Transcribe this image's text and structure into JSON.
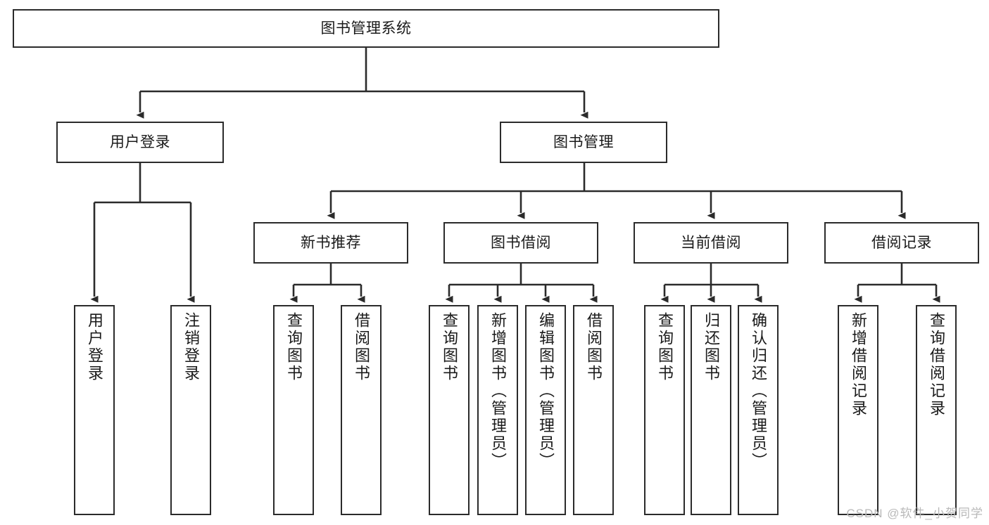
{
  "diagram": {
    "type": "tree-hierarchy",
    "title": "图书管理系统",
    "stroke_color": "#2b2b2b",
    "background_color": "#ffffff",
    "watermark": "CSDN @软件_小贺同学",
    "nodes": {
      "root": {
        "label": "图书管理系统"
      },
      "level1": [
        {
          "label": "用户登录"
        },
        {
          "label": "图书管理"
        }
      ],
      "level2": [
        {
          "label": "新书推荐"
        },
        {
          "label": "图书借阅"
        },
        {
          "label": "当前借阅"
        },
        {
          "label": "借阅记录"
        }
      ],
      "leaves_user_login": [
        {
          "label": "用户登录"
        },
        {
          "label": "注销登录"
        }
      ],
      "leaves_new_book": [
        {
          "label": "查询图书"
        },
        {
          "label": "借阅图书"
        }
      ],
      "leaves_borrow": [
        {
          "label": "查询图书"
        },
        {
          "label": "新增图书（管理员）"
        },
        {
          "label": "编辑图书（管理员）"
        },
        {
          "label": "借阅图书"
        }
      ],
      "leaves_current": [
        {
          "label": "查询图书"
        },
        {
          "label": "归还图书"
        },
        {
          "label": "确认归还（管理员）"
        }
      ],
      "leaves_records": [
        {
          "label": "新增借阅记录"
        },
        {
          "label": "查询借阅记录"
        }
      ]
    }
  }
}
